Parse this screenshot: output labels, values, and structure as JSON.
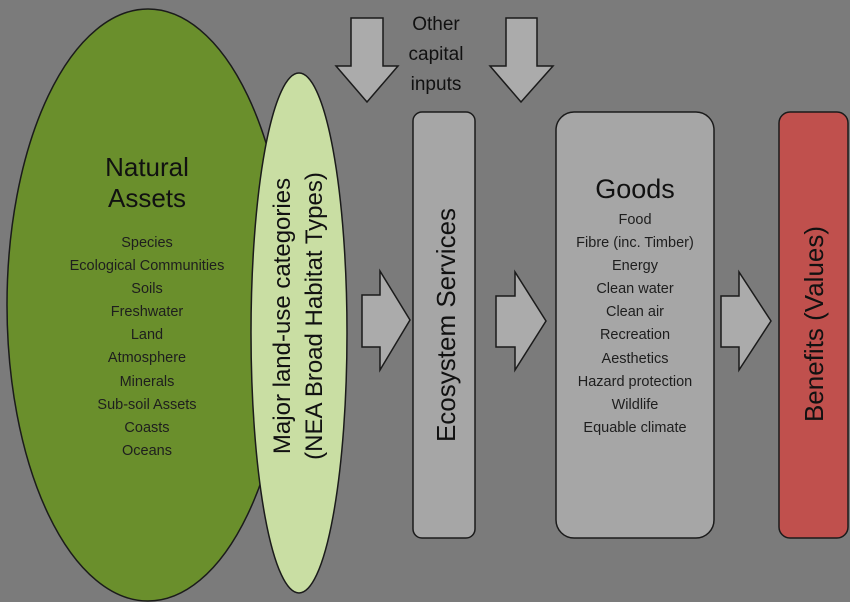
{
  "natural_assets": {
    "title_line1": "Natural",
    "title_line2": "Assets",
    "items": [
      "Species",
      "Ecological Communities",
      "Soils",
      "Freshwater",
      "Land",
      "Atmosphere",
      "Minerals",
      "Sub-soil Assets",
      "Coasts",
      "Oceans"
    ]
  },
  "land_use": {
    "line1": "Major land-use categories",
    "line2": "(NEA Broad Habitat Types)"
  },
  "other_inputs": {
    "line1": "Other",
    "line2": "capital",
    "line3": "inputs"
  },
  "ecosystem_services": {
    "label": "Ecosystem Services"
  },
  "goods": {
    "title": "Goods",
    "items": [
      "Food",
      "Fibre (inc. Timber)",
      "Energy",
      "Clean water",
      "Clean air",
      "Recreation",
      "Aesthetics",
      "Hazard protection",
      "Wildlife",
      "Equable climate"
    ]
  },
  "benefits": {
    "label": "Benefits (Values)"
  },
  "colors": {
    "background": "#7b7b7b",
    "natural_assets_fill": "#6a8f2c",
    "land_use_fill": "#c9dea3",
    "box_fill": "#a6a6a6",
    "arrow_fill": "#ababab",
    "benefits_fill": "#c0504d"
  }
}
